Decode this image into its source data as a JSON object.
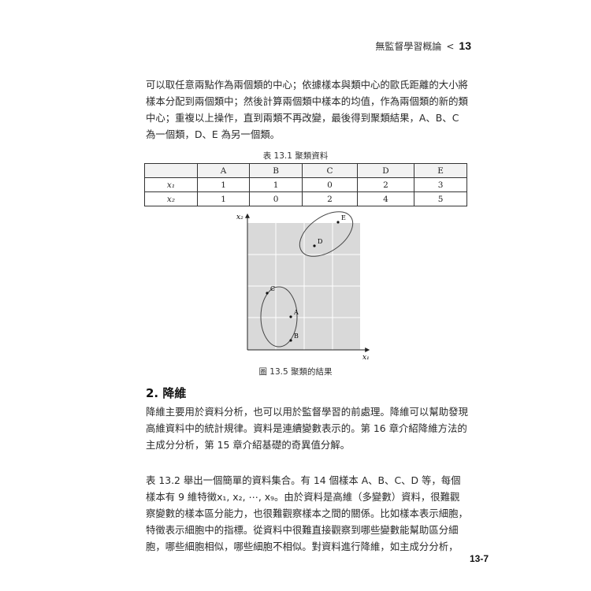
{
  "header": {
    "title": "無監督學習概論",
    "separator": "<",
    "chapter": "13"
  },
  "para1": "可以取任意兩點作為兩個類的中心；依據樣本與類中心的歐氏距離的大小將樣本分配到兩個類中；然後計算兩個類中樣本的均值，作為兩個類的新的類中心；重複以上操作，直到兩類不再改變，最後得到聚類結果，A、B、C 為一個類，D、E 為另一個類。",
  "table": {
    "caption": "表 13.1  聚類資料",
    "columns": [
      "",
      "A",
      "B",
      "C",
      "D",
      "E"
    ],
    "rows": [
      {
        "label": "x₁",
        "values": [
          "1",
          "1",
          "0",
          "2",
          "3"
        ]
      },
      {
        "label": "x₂",
        "values": [
          "1",
          "0",
          "2",
          "4",
          "5"
        ]
      }
    ]
  },
  "figure": {
    "caption": "圖 13.5  聚類的結果",
    "x_axis_label": "x₁",
    "y_axis_label": "x₂",
    "points": [
      {
        "label": "A",
        "x": 1,
        "y": 1
      },
      {
        "label": "B",
        "x": 1,
        "y": 0
      },
      {
        "label": "C",
        "x": 0,
        "y": 2
      },
      {
        "label": "D",
        "x": 2,
        "y": 4
      },
      {
        "label": "E",
        "x": 3,
        "y": 5
      }
    ],
    "clusters": [
      [
        "A",
        "B",
        "C"
      ],
      [
        "D",
        "E"
      ]
    ]
  },
  "section": {
    "title": "2. 降維",
    "para1": "降維主要用於資料分析，也可以用於監督學習的前處理。降維可以幫助發現高維資料中的統計規律。資料是連續變數表示的。第 16 章介紹降維方法的主成分分析，第 15 章介紹基礎的奇異值分解。",
    "para2": "表 13.2 舉出一個簡單的資料集合。有 14 個樣本 A、B、C、D 等，每個樣本有 9 維特徵x₁, x₂, ⋯, x₉。由於資料是高維（多變數）資料，很難觀察變數的樣本區分能力，也很難觀察樣本之間的關係。比如樣本表示細胞，特徵表示細胞中的指標。從資料中很難直接觀察到哪些變數能幫助區分細胞，哪些細胞相似，哪些細胞不相似。對資料進行降維，如主成分分析，"
  },
  "page_number": "13-7"
}
